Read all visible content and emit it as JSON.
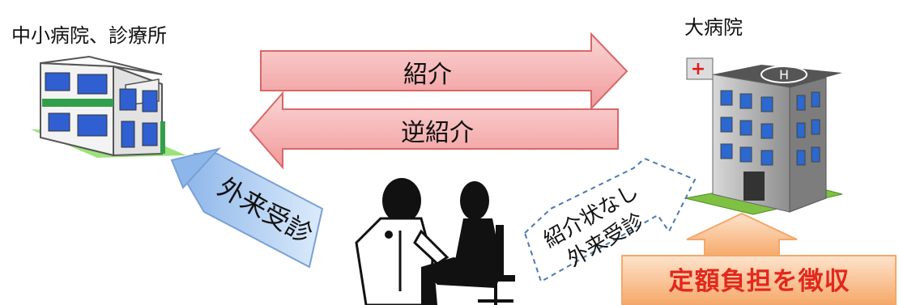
{
  "labels": {
    "small_clinic": "中小病院、診療所",
    "large_hospital": "大病院",
    "referral": "紹介",
    "reverse_referral": "逆紹介",
    "outpatient_visit": "外来受診",
    "no_letter_line1": "紹介状なし",
    "no_letter_line2": "外来受診",
    "fixed_fee": "定額負担を徴収"
  },
  "colors": {
    "referral_fill": "#f4a4a4",
    "referral_stroke": "#d96868",
    "visit_fill": "#aac9ee",
    "visit_stroke": "#7aa0d4",
    "fee_fill": "#f8b982",
    "fee_text": "#e2281c",
    "dashed_border": "#4a7ab0"
  },
  "icons": [
    "clinic-building-icon",
    "hospital-building-icon",
    "doctor-patient-icon"
  ]
}
